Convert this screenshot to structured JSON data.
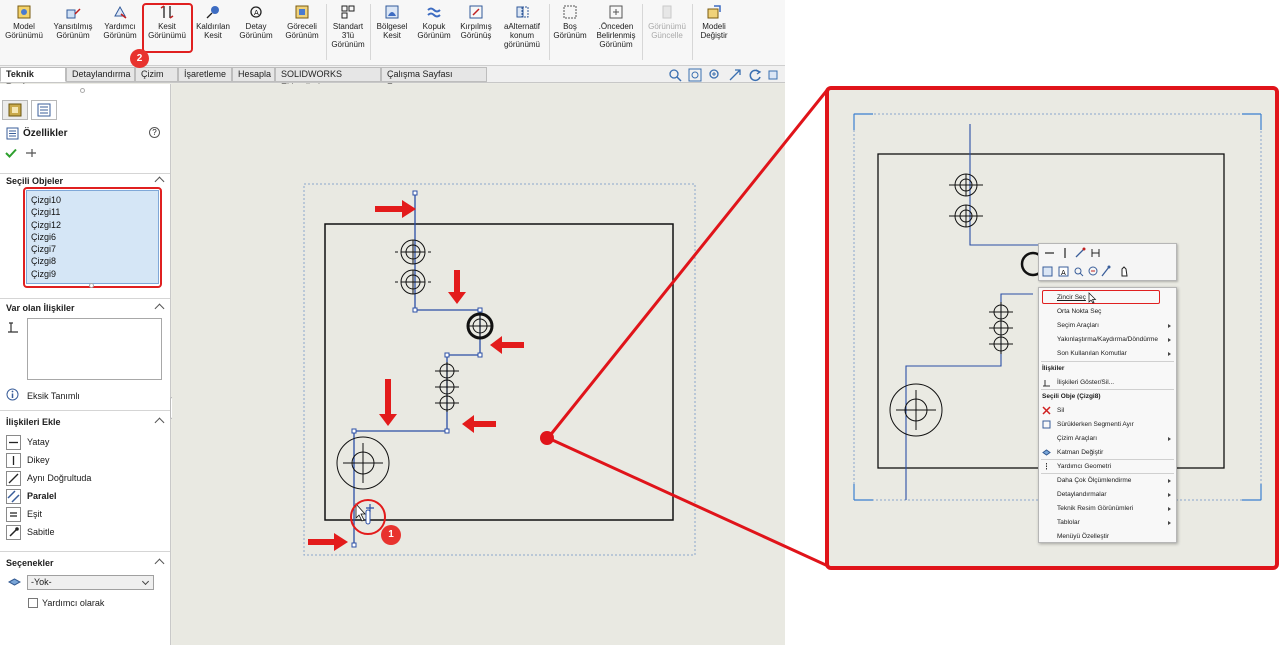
{
  "ribbon": {
    "buttons": [
      {
        "line1": "Model",
        "line2": "Görünümü",
        "line3": ""
      },
      {
        "line1": "Yansıtılmış",
        "line2": "Görünüm",
        "line3": ""
      },
      {
        "line1": "Yardımcı",
        "line2": "Görünüm",
        "line3": ""
      },
      {
        "line1": "Kesit",
        "line2": "Görünümü",
        "line3": ""
      },
      {
        "line1": "Kaldırılan",
        "line2": "Kesit",
        "line3": ""
      },
      {
        "line1": "Detay",
        "line2": "Görünüm",
        "line3": ""
      },
      {
        "line1": "Göreceli",
        "line2": "Görünüm",
        "line3": ""
      },
      {
        "line1": "Standart",
        "line2": "3'lü",
        "line3": "Görünüm"
      },
      {
        "line1": "Bölgesel",
        "line2": "Kesit",
        "line3": ""
      },
      {
        "line1": "Kopuk",
        "line2": "Görünüm",
        "line3": ""
      },
      {
        "line1": "Kırpılmış",
        "line2": "Görünüş",
        "line3": ""
      },
      {
        "line1": "aAlternatif",
        "line2": "konum",
        "line3": "görünümü"
      },
      {
        "line1": "Boş",
        "line2": "Görünüm",
        "line3": ""
      },
      {
        "line1": ".Önceden",
        "line2": "Belirlenmiş",
        "line3": "Görünüm"
      },
      {
        "line1": "Görünümü",
        "line2": "Güncelle",
        "line3": ""
      },
      {
        "line1": "Modeli",
        "line2": "Değiştir",
        "line3": ""
      }
    ]
  },
  "tabs": [
    "Teknik Resim",
    "Detaylandırma",
    "Çizim",
    "İşaretleme",
    "Hesapla",
    "SOLIDWORKS Eklentileri",
    "Çalışma Sayfası Formatı"
  ],
  "panel": {
    "title": "Özellikler",
    "help": "?",
    "selected_header": "Seçili Objeler",
    "selected_items": [
      "Çizgi10",
      "Çizgi11",
      "Çizgi12",
      "Çizgi6",
      "Çizgi7",
      "Çizgi8",
      "Çizgi9"
    ],
    "existing_header": "Var olan İlişkiler",
    "status": "Eksik Tanımlı",
    "add_header": "İlişkileri Ekle",
    "relations": [
      "Yatay",
      "Dikey",
      "Aynı Doğrultuda",
      "Paralel",
      "Eşit",
      "Sabitle"
    ],
    "options_header": "Seçenekler",
    "layer_value": "-Yok-",
    "checkbox_label": "Yardımcı olarak"
  },
  "badges": [
    "1",
    "2"
  ],
  "context_menu": {
    "items": [
      {
        "label": "Zincir Seç",
        "type": "item"
      },
      {
        "label": "Orta Nokta Seç",
        "type": "item"
      },
      {
        "label": "Seçim Araçları",
        "type": "sub"
      },
      {
        "label": "Yakınlaştırma/Kaydırma/Döndürme",
        "type": "sub"
      },
      {
        "label": "Son Kullanılan Komutlar",
        "type": "sub"
      },
      {
        "label": "İlişkiler",
        "type": "header"
      },
      {
        "label": "İlişkileri Göster/Sil...",
        "type": "item"
      },
      {
        "label": "Seçili Obje (Çizgi8)",
        "type": "header"
      },
      {
        "label": "Sil",
        "type": "item"
      },
      {
        "label": "Sürüklerken Segmenti Ayır",
        "type": "item"
      },
      {
        "label": "Çizim Araçları",
        "type": "sub"
      },
      {
        "label": "Katman Değiştir",
        "type": "item"
      },
      {
        "label": "Yardımcı Geometri",
        "type": "item"
      },
      {
        "label": "Daha Çok Ölçümlendirme",
        "type": "sub"
      },
      {
        "label": "Detaylandırmalar",
        "type": "sub"
      },
      {
        "label": "Teknik Resim Görünümleri",
        "type": "sub"
      },
      {
        "label": "Tablolar",
        "type": "sub"
      },
      {
        "label": "Menüyü Özelleştir",
        "type": "item"
      }
    ]
  },
  "colors": {
    "highlight": "#e0141a",
    "selection": "#d5e6f6",
    "line_blue": "#2b4fa6",
    "badge": "#e8332e"
  }
}
